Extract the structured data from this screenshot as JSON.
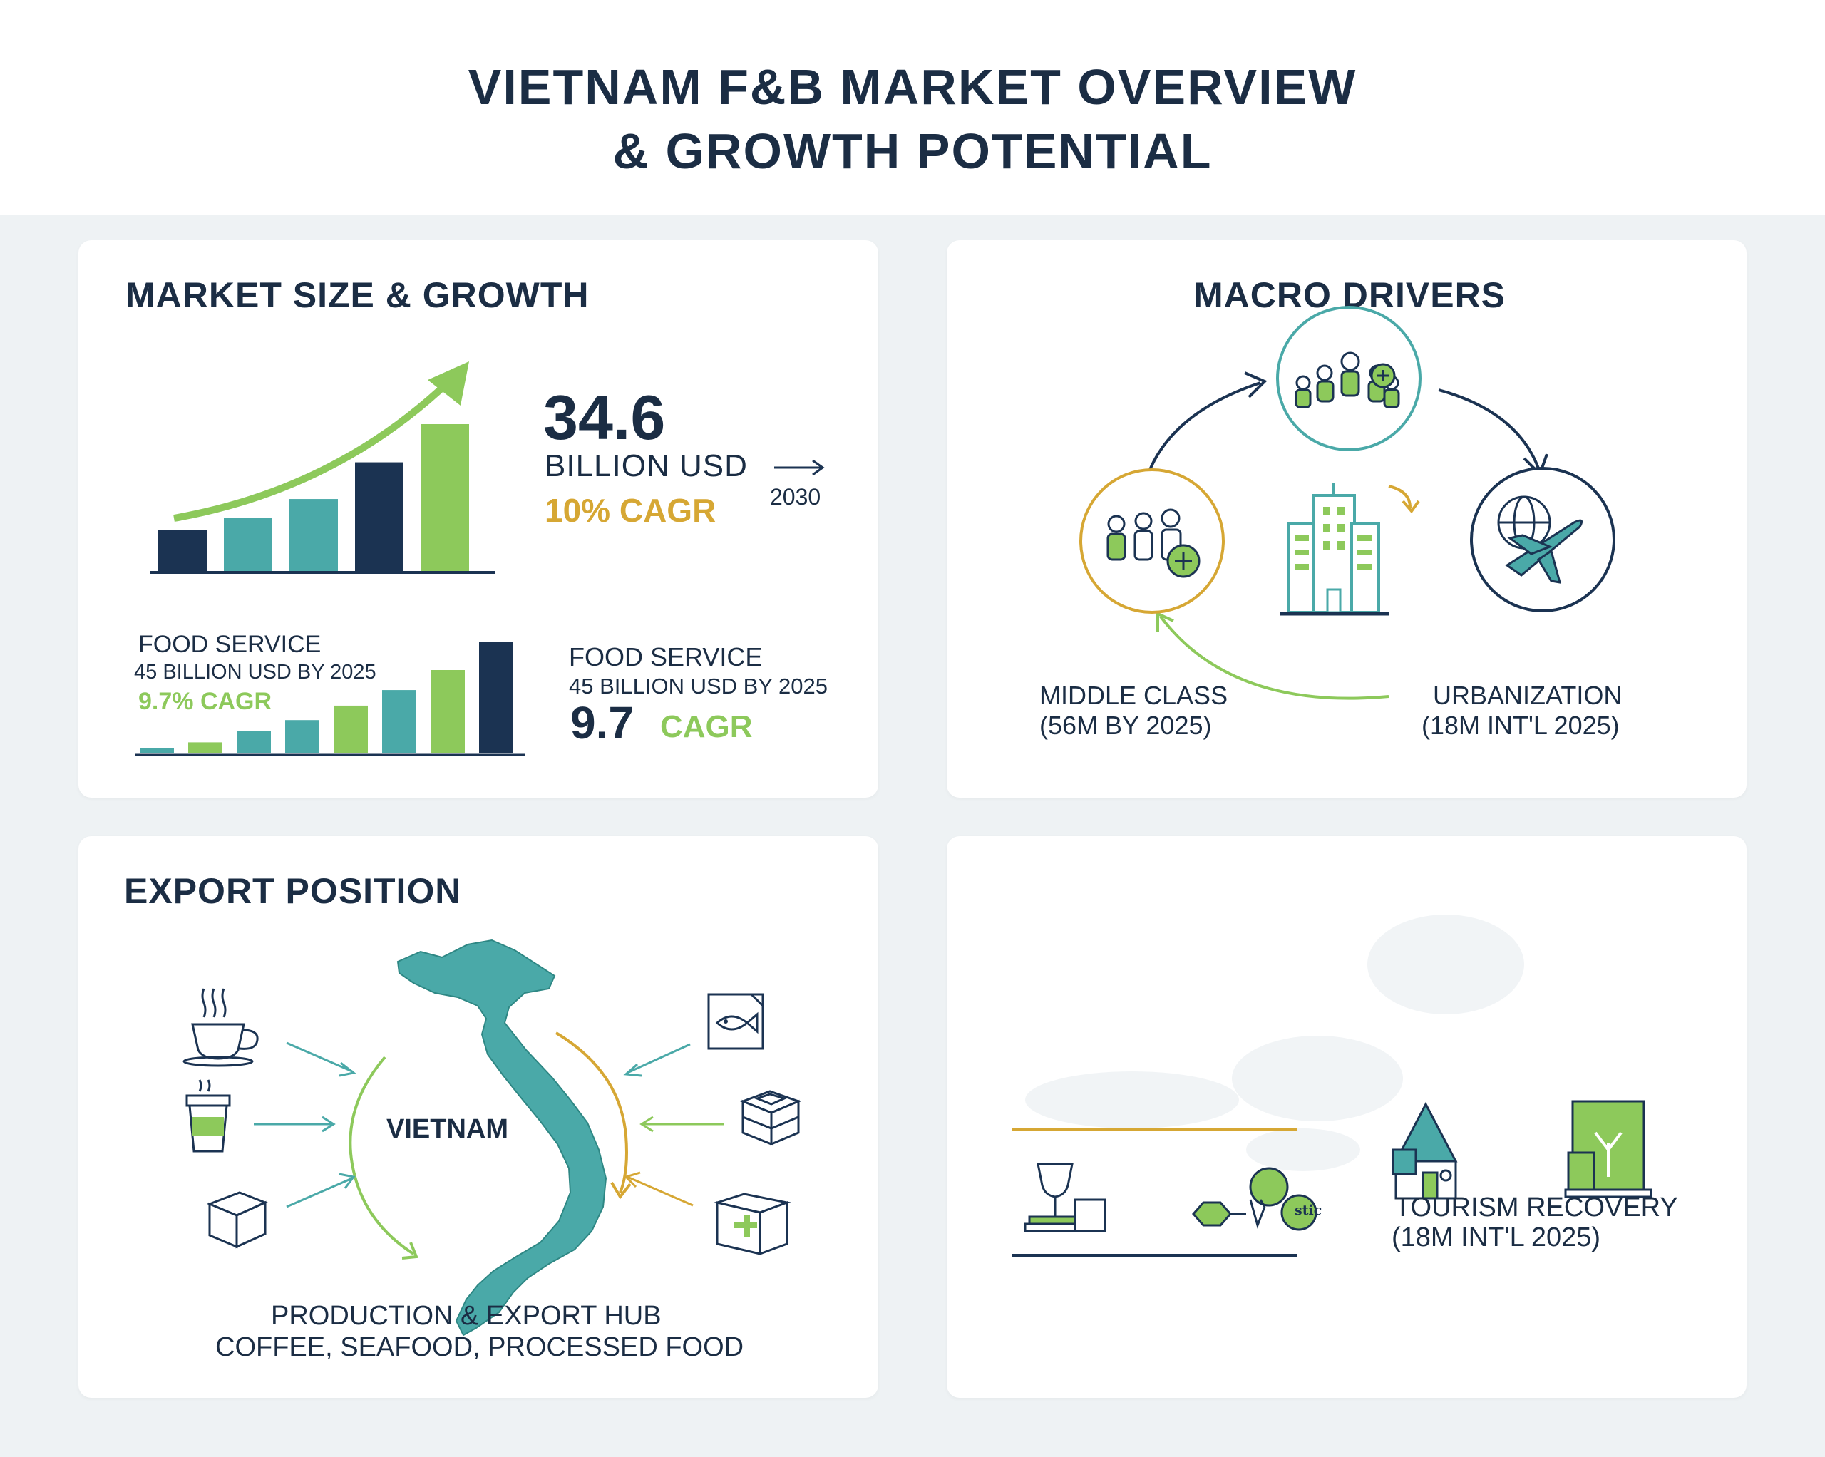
{
  "header": {
    "title_line1": "VIETNAM F&B MARKET OVERVIEW",
    "title_line2": "& GROWTH POTENTIAL"
  },
  "colors": {
    "navy": "#1b3352",
    "teal": "#4aa9a8",
    "green": "#8dc95b",
    "gold": "#d6a734",
    "background": "#eef2f4"
  },
  "market": {
    "title": "MARKET SIZE & GROWTH",
    "value": "34.6",
    "unit": "BILLION USD",
    "cagr": "10% CAGR",
    "year": "2030",
    "chart_bars": [
      {
        "level": 0.28,
        "color": "navy"
      },
      {
        "level": 0.36,
        "color": "teal"
      },
      {
        "level": 0.49,
        "color": "teal"
      },
      {
        "level": 0.74,
        "color": "navy"
      },
      {
        "level": 1.0,
        "color": "green"
      }
    ],
    "food_service_left": {
      "label": "FOOD SERVICE",
      "detail": "45 BILLION USD BY 2025",
      "cagr": "9.7% CAGR"
    },
    "food_service_right": {
      "label": "FOOD SERVICE",
      "detail": "45 BILLION USD BY 2025",
      "value": "9.7",
      "cagr_word": "CAGR"
    },
    "small_bars": [
      {
        "level": 0.05,
        "color": "teal"
      },
      {
        "level": 0.1,
        "color": "green"
      },
      {
        "level": 0.2,
        "color": "teal"
      },
      {
        "level": 0.3,
        "color": "teal"
      },
      {
        "level": 0.43,
        "color": "green"
      },
      {
        "level": 0.57,
        "color": "teal"
      },
      {
        "level": 0.75,
        "color": "green"
      },
      {
        "level": 1.0,
        "color": "navy"
      }
    ]
  },
  "macro": {
    "title": "MACRO DRIVERS",
    "middle_class_line1": "MIDDLE CLASS",
    "middle_class_line2": "(56M BY 2025)",
    "urbanization_line1": "URBANIZATION",
    "urbanization_line2": "(18M INT'L 2025)",
    "icons": [
      "population-growth-icon",
      "middle-class-icon",
      "city-buildings-icon",
      "globe-airplane-icon"
    ]
  },
  "export": {
    "title": "EXPORT POSITION",
    "map_label": "VIETNAM",
    "caption_line1": "PRODUCTION & EXPORT HUB",
    "caption_line2": "COFFEE, SEAFOOD, PROCESSED FOOD",
    "icons_left": [
      "coffee-cup-icon",
      "takeaway-cup-icon",
      "box-icon"
    ],
    "icons_right": [
      "fish-package-icon",
      "crate-icon",
      "processed-food-box-icon"
    ]
  },
  "tourism": {
    "label_line1": "TOURISM RECOVERY",
    "label_line2": "(18M INT'L 2025)",
    "icons": [
      "wine-glass-icon",
      "food-chain-icon",
      "tourist-hut-icon",
      "screen-plant-icon"
    ],
    "badge_text": "stic"
  }
}
